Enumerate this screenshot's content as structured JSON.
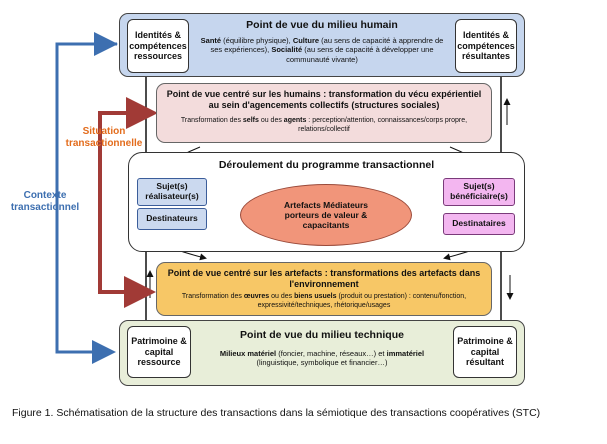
{
  "colors": {
    "context_blue": "#3d6fb0",
    "situation_red": "#a13a36",
    "situation_orange": "#e36c1c",
    "top_box": "#c6d6ee",
    "humans_box": "#f3dcdc",
    "artefacts_box": "#f7c766",
    "bottom_box": "#e8eed9",
    "ellipse": "#f1957a",
    "blue_card": "#cbd9ef",
    "pink_card": "#f3b6f0"
  },
  "top": {
    "title": "Point de vue du milieu humain",
    "left_card": "Identités & compétences ressources",
    "right_card": "Identités & compétences résultantes",
    "line1_bold": "Santé",
    "line1_rest": " (équilibre physique), ",
    "line1_bold2": "Culture",
    "line1_rest2": " (au sens de capacité à apprendre de ses expériences), ",
    "line1_bold3": "Socialité",
    "line1_rest3": " (au sens de capacité à développer une communauté vivante)"
  },
  "humans": {
    "title": "Point de vue centré sur les humains : transformation du vécu expérientiel au sein d'agencements collectifs (structures sociales)",
    "desc_prefix": "Transformation des ",
    "desc_b1": "selfs",
    "desc_mid": " ou des ",
    "desc_b2": "agents",
    "desc_rest": " : perception/attention, connaissances/corps propre, relations/collectif"
  },
  "program": {
    "title": "Déroulement du programme transactionnel",
    "left_top": "Sujet(s) réalisateur(s)",
    "left_bottom": "Destinateurs",
    "right_top": "Sujet(s) bénéficiaire(s)",
    "right_bottom": "Destinataires",
    "ellipse_line1": "Artefacts Médiateurs",
    "ellipse_line2": "porteurs de valeur &",
    "ellipse_line3": "capacitants"
  },
  "artefacts": {
    "title": "Point de vue centré sur les artefacts : transformations des artefacts dans l'environnement",
    "desc_prefix": "Transformation des ",
    "desc_b1": "œuvres",
    "desc_mid": " ou des ",
    "desc_b2": "biens usuels",
    "desc_rest": " (produit ou prestation) : contenu/fonction, expressivité/techniques, rhétorique/usages"
  },
  "bottom": {
    "title": "Point de vue du milieu technique",
    "left_card": "Patrimoine & capital ressource",
    "right_card": "Patrimoine & capital résultant",
    "desc_b1": "Milieux matériel",
    "desc_r1": " (foncier, machine, réseaux…) et ",
    "desc_b2": "immatériel",
    "desc_r2": " (linguistique, symbolique et financier…)"
  },
  "side": {
    "situation": "Situation transactionnelle",
    "contexte": "Contexte transactionnel"
  },
  "caption": "Figure 1. Schématisation de la structure des transactions dans la sémiotique des transactions coopératives (STC)"
}
